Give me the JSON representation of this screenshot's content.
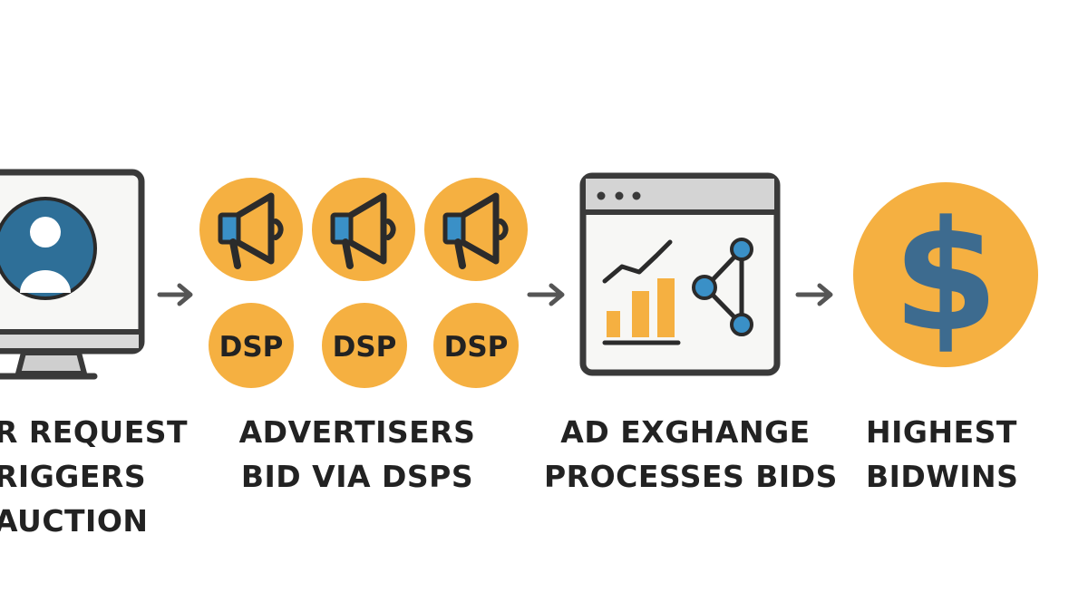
{
  "steps": [
    {
      "lines": [
        "R REQUEST",
        "RIGGERS",
        "AUCTION"
      ],
      "icon": "user-monitor-icon"
    },
    {
      "lines": [
        "ADVERTISERS",
        "BID VIA DSPS"
      ],
      "icon": "megaphone-icon",
      "badges": [
        "DSP",
        "DSP",
        "DSP"
      ]
    },
    {
      "lines": [
        "AD EXGHANGE",
        "PROCESSES BIDS"
      ],
      "icon": "exchange-window-icon"
    },
    {
      "lines": [
        "HIGHEST",
        "BIDWINS"
      ],
      "icon": "dollar-coin-icon"
    }
  ],
  "colors": {
    "accent_orange": "#f5b041",
    "accent_blue": "#2e6f98",
    "outline": "#3a3a3a",
    "arrow": "#555555",
    "text": "#222222"
  }
}
